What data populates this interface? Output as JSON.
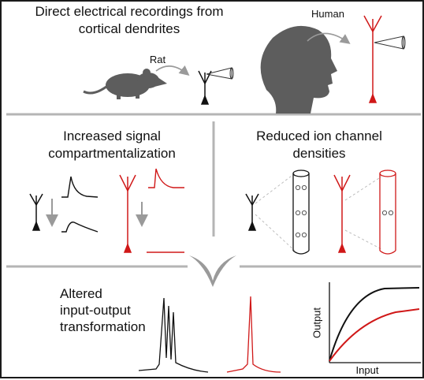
{
  "header": {
    "title_line1": "Direct electrical recordings from",
    "title_line2": "cortical dendrites",
    "rat_label": "Rat",
    "human_label": "Human"
  },
  "left_panel": {
    "title_line1": "Increased signal",
    "title_line2": "compartmentalization"
  },
  "right_panel": {
    "title_line1": "Reduced ion channel",
    "title_line2": "densities"
  },
  "bottom_panel": {
    "title_line1": "Altered",
    "title_line2": "input-output",
    "title_line3": "transformation",
    "y_axis_label": "Output",
    "x_axis_label": "Input"
  },
  "colors": {
    "rat": "#111111",
    "human": "#d01818",
    "divider": "#b5b5b5",
    "silhouette": "#5d5d5d"
  }
}
